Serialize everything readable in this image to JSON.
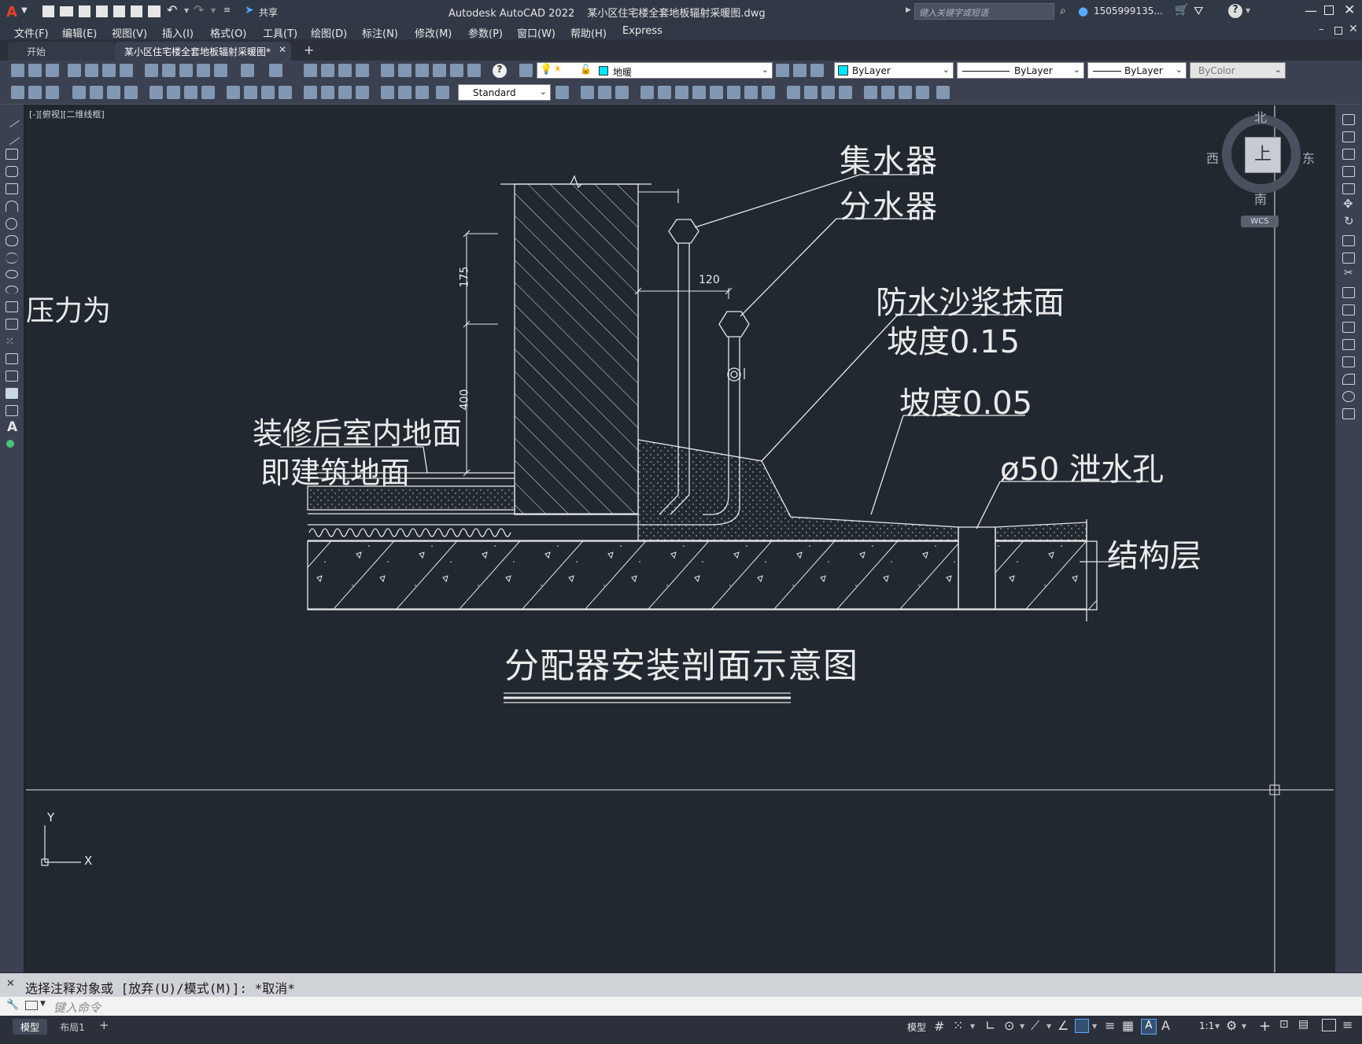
{
  "window": {
    "app_title": "Autodesk AutoCAD 2022",
    "file_title": "某小区住宅楼全套地板辐射采暖图.dwg",
    "share_label": "共享",
    "search_placeholder": "键入关键字或短语",
    "user_label": "1505999135..."
  },
  "menu": [
    "文件(F)",
    "编辑(E)",
    "视图(V)",
    "插入(I)",
    "格式(O)",
    "工具(T)",
    "绘图(D)",
    "标注(N)",
    "修改(M)",
    "参数(P)",
    "窗口(W)",
    "帮助(H)",
    "Express"
  ],
  "tabs": {
    "start": "开始",
    "active": "某小区住宅楼全套地板辐射采暖图*",
    "add": "+"
  },
  "toolbar1": {
    "layer_value": "地暖",
    "color_value": "ByLayer",
    "linetype_value": "ByLayer",
    "lineweight_value": "ByLayer",
    "plotstyle_value": "ByColor"
  },
  "toolbar2": {
    "textstyle_value": "Standard"
  },
  "viewport": {
    "label": "[-][俯视][二维线框]"
  },
  "viewcube": {
    "north": "北",
    "south": "南",
    "west": "西",
    "east": "东",
    "top": "上",
    "wcs": "WCS"
  },
  "drawing": {
    "side_text": "压力为",
    "label_collector": "集水器",
    "label_distributor": "分水器",
    "label_mortar": "防水沙浆抹面",
    "label_slope1": "坡度0.15",
    "label_slope2": "坡度0.05",
    "label_drain": "ø50 泄水孔",
    "label_floor1": "装修后室内地面",
    "label_floor2": "即建筑地面",
    "label_structure": "结构层",
    "title": "分配器安装剖面示意图",
    "dim_175": "175",
    "dim_400": "400",
    "dim_120": "120"
  },
  "ucs": {
    "x": "X",
    "y": "Y"
  },
  "command": {
    "history": "选择注释对象或 [放弃(U)/模式(M)]: *取消*",
    "input_placeholder": "键入命令"
  },
  "status": {
    "model_tab": "模型",
    "layout_tab": "布局1",
    "add": "+",
    "model_label": "模型",
    "scale": "1:1"
  }
}
